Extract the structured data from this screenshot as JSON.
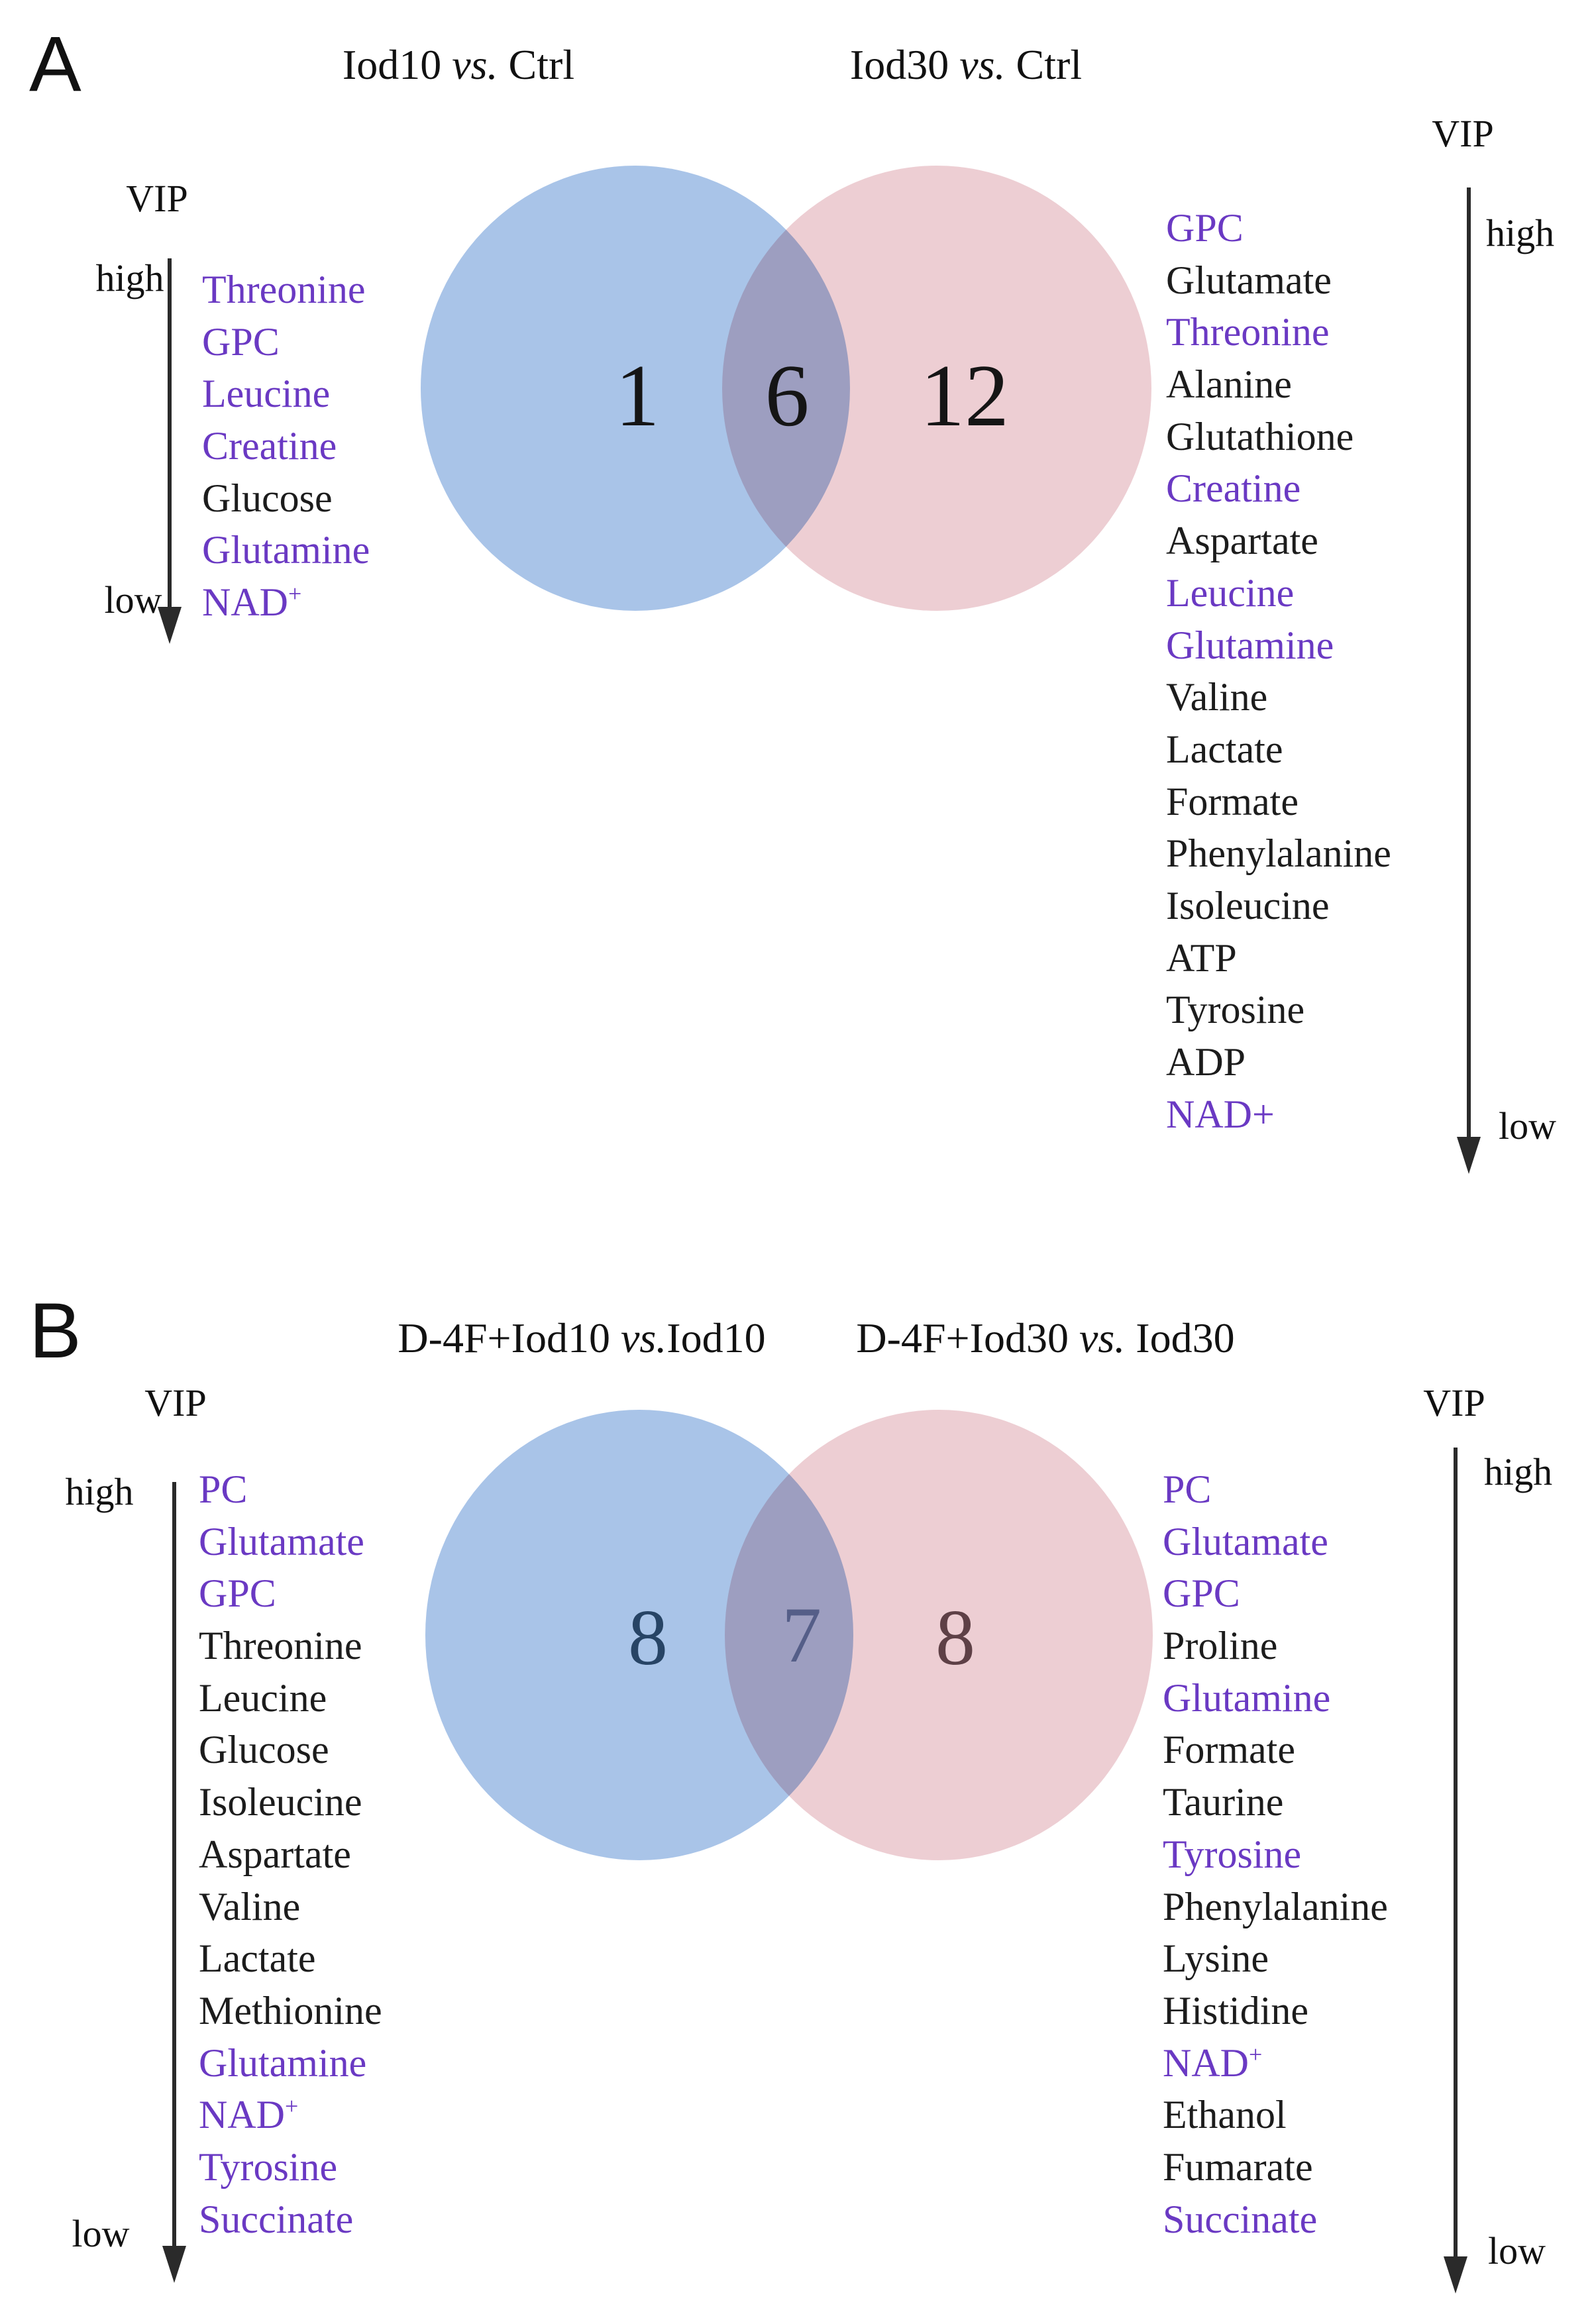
{
  "colors": {
    "purple": "#6a39c3",
    "black": "#1c1c1c",
    "blue_circle": "#a9c4e8",
    "pink_circle": "#edced3",
    "count_black": "#151515",
    "count_b_left": "#274465",
    "count_b_middle": "#555e88",
    "count_b_right": "#5e4046"
  },
  "panel_a": {
    "label": "A",
    "title_left": {
      "pre": "Iod10 ",
      "vs": "vs.",
      "post": " Ctrl"
    },
    "title_right": {
      "pre": "Iod30 ",
      "vs": "vs.",
      "post": " Ctrl"
    },
    "vip_left": {
      "axis": "VIP",
      "high": "high",
      "low": "low"
    },
    "vip_right": {
      "axis": "VIP",
      "high": "high",
      "low": "low"
    },
    "venn": {
      "left_count": "1",
      "middle_count": "6",
      "right_count": "12"
    },
    "left_list": [
      {
        "t": "Threonine",
        "c": "purple"
      },
      {
        "t": "GPC",
        "c": "purple"
      },
      {
        "t": "Leucine",
        "c": "purple"
      },
      {
        "t": "Creatine",
        "c": "purple"
      },
      {
        "t": "Glucose",
        "c": "black"
      },
      {
        "t": "Glutamine",
        "c": "purple"
      },
      {
        "t": "NAD",
        "sup": "+",
        "c": "purple"
      }
    ],
    "right_list": [
      {
        "t": "GPC",
        "c": "purple"
      },
      {
        "t": "Glutamate",
        "c": "black"
      },
      {
        "t": "Threonine",
        "c": "purple"
      },
      {
        "t": "Alanine",
        "c": "black"
      },
      {
        "t": "Glutathione",
        "c": "black"
      },
      {
        "t": "Creatine",
        "c": "purple"
      },
      {
        "t": "Aspartate",
        "c": "black"
      },
      {
        "t": "Leucine",
        "c": "purple"
      },
      {
        "t": "Glutamine",
        "c": "purple"
      },
      {
        "t": "Valine",
        "c": "black"
      },
      {
        "t": "Lactate",
        "c": "black"
      },
      {
        "t": "Formate",
        "c": "black"
      },
      {
        "t": "Phenylalanine",
        "c": "black"
      },
      {
        "t": "Isoleucine",
        "c": "black"
      },
      {
        "t": "ATP",
        "c": "black"
      },
      {
        "t": "Tyrosine",
        "c": "black"
      },
      {
        "t": "ADP",
        "c": "black"
      },
      {
        "t": "NAD+",
        "c": "purple"
      }
    ]
  },
  "panel_b": {
    "label": "B",
    "title_left": {
      "pre": "D-4F+Iod10 ",
      "vs": "vs.",
      "post": "Iod10"
    },
    "title_right": {
      "pre": "D-4F+Iod30 ",
      "vs": "vs.",
      "post": " Iod30"
    },
    "vip_left": {
      "axis": "VIP",
      "high": "high",
      "low": "low"
    },
    "vip_right": {
      "axis": "VIP",
      "high": "high",
      "low": "low"
    },
    "venn": {
      "left_count": "8",
      "middle_count": "7",
      "right_count": "8"
    },
    "left_list": [
      {
        "t": "PC",
        "c": "purple"
      },
      {
        "t": "Glutamate",
        "c": "purple"
      },
      {
        "t": "GPC",
        "c": "purple"
      },
      {
        "t": "Threonine",
        "c": "black"
      },
      {
        "t": "Leucine",
        "c": "black"
      },
      {
        "t": "Glucose",
        "c": "black"
      },
      {
        "t": "Isoleucine",
        "c": "black"
      },
      {
        "t": "Aspartate",
        "c": "black"
      },
      {
        "t": "Valine",
        "c": "black"
      },
      {
        "t": "Lactate",
        "c": "black"
      },
      {
        "t": "Methionine",
        "c": "black"
      },
      {
        "t": "Glutamine",
        "c": "purple"
      },
      {
        "t": "NAD",
        "sup": "+",
        "c": "purple"
      },
      {
        "t": "Tyrosine",
        "c": "purple"
      },
      {
        "t": "Succinate",
        "c": "purple"
      }
    ],
    "right_list": [
      {
        "t": "PC",
        "c": "purple"
      },
      {
        "t": "Glutamate",
        "c": "purple"
      },
      {
        "t": "GPC",
        "c": "purple"
      },
      {
        "t": "Proline",
        "c": "black"
      },
      {
        "t": "Glutamine",
        "c": "purple"
      },
      {
        "t": "Formate",
        "c": "black"
      },
      {
        "t": "Taurine",
        "c": "black"
      },
      {
        "t": "Tyrosine",
        "c": "purple"
      },
      {
        "t": "Phenylalanine",
        "c": "black"
      },
      {
        "t": "Lysine",
        "c": "black"
      },
      {
        "t": "Histidine",
        "c": "black"
      },
      {
        "t": "NAD",
        "sup": "+",
        "c": "purple"
      },
      {
        "t": "Ethanol",
        "c": "black"
      },
      {
        "t": "Fumarate",
        "c": "black"
      },
      {
        "t": "Succinate",
        "c": "purple"
      }
    ]
  }
}
